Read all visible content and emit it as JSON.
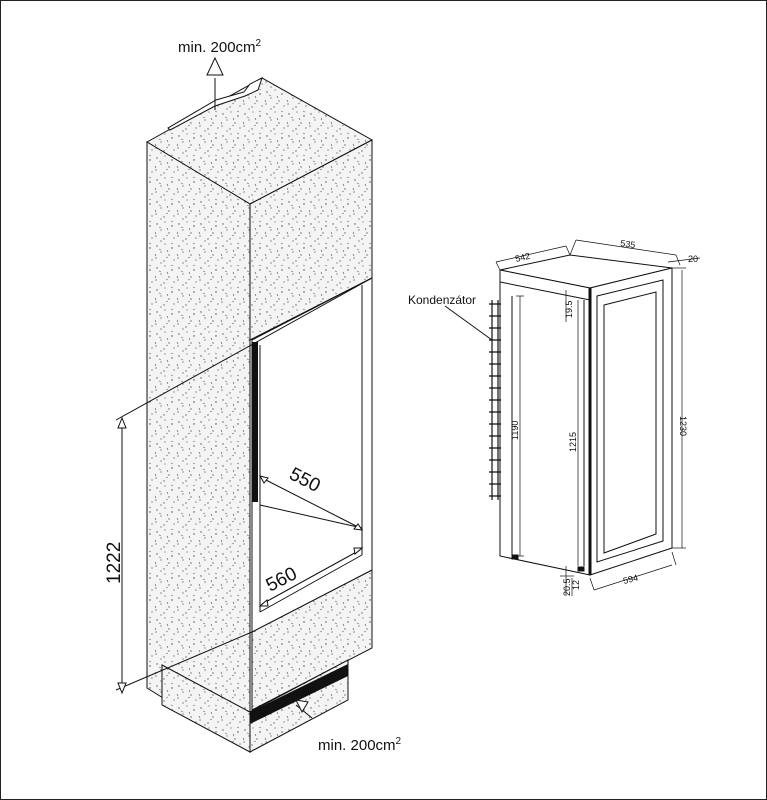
{
  "airflow": {
    "top_label": "min. 200cm",
    "bottom_label": "min. 200cm",
    "superscript": "2"
  },
  "niche": {
    "height": "1222",
    "depth": "550",
    "width": "560"
  },
  "appliance": {
    "condenser_label": "Kondenzátor",
    "dimensions": {
      "depth_side": "542",
      "depth_top": "535",
      "door_offset": "20",
      "top_gap": "19.5",
      "body_height": "1190",
      "niche_height": "1215",
      "total_height": "1230",
      "bottom_gap": "20.5",
      "bottom_small": "12",
      "width": "594"
    }
  },
  "colors": {
    "cabinet_fill": "#f3f3f3",
    "speckle": "#444444",
    "line": "#111111"
  }
}
